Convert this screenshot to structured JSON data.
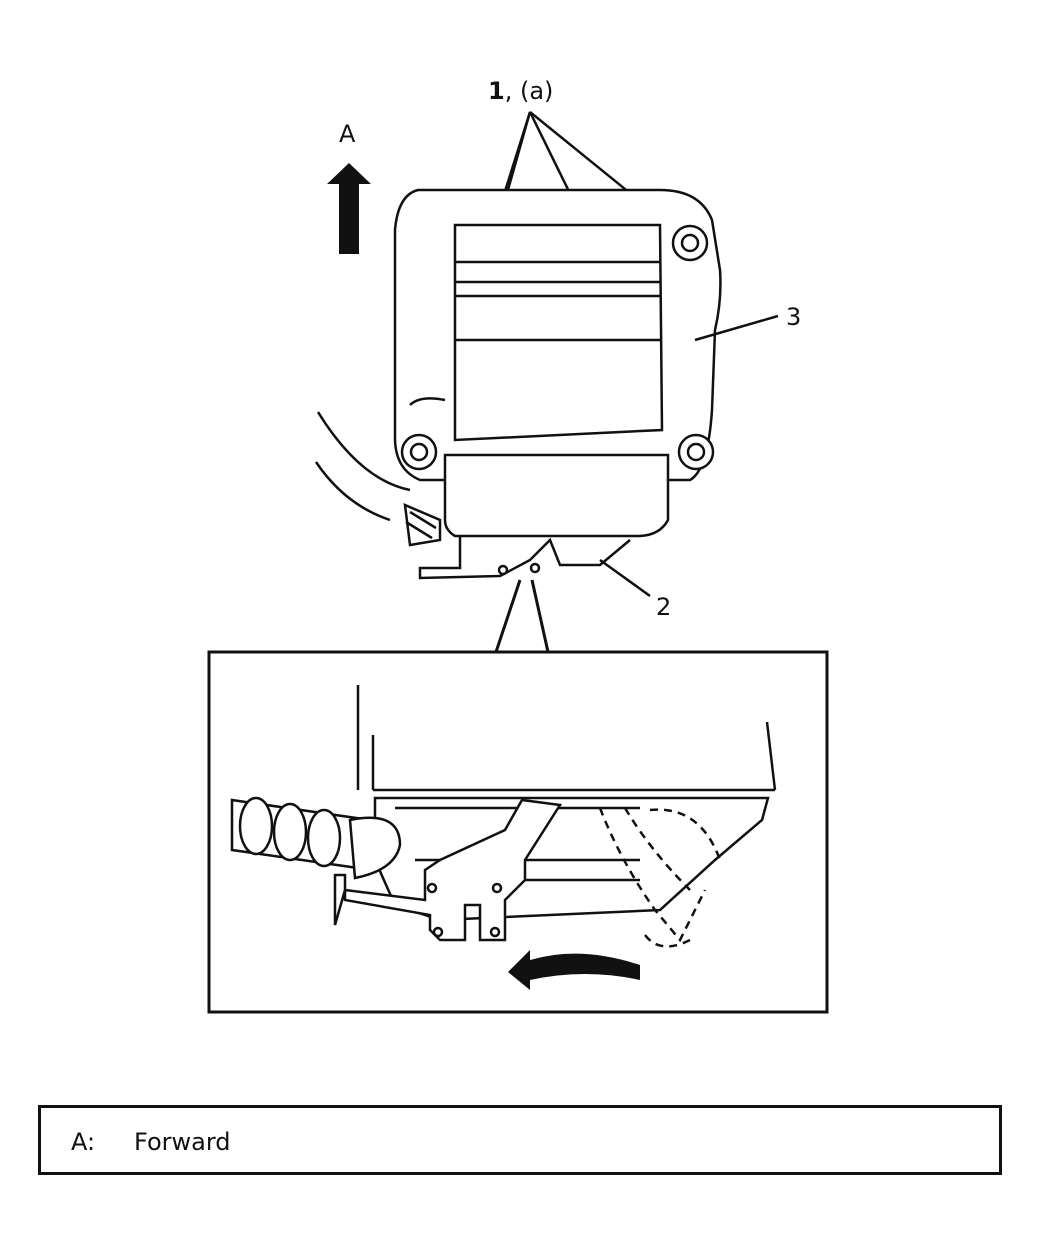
{
  "callouts": {
    "item1_num": "1",
    "item1_ref": ", (a)",
    "item2": "2",
    "item3": "3",
    "arrow_label": "A"
  },
  "legend": {
    "key": "A:",
    "text": "Forward"
  }
}
